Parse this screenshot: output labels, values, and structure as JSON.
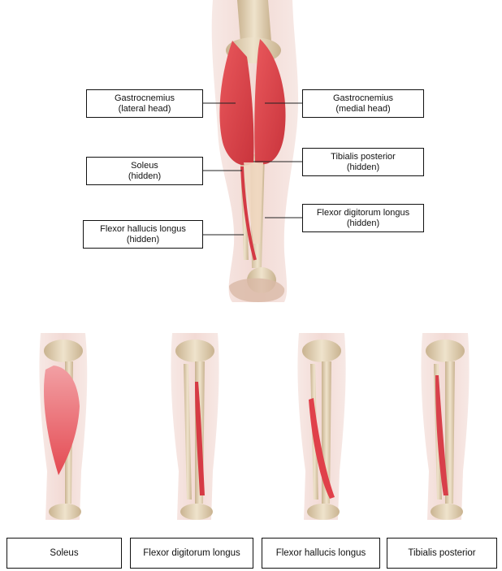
{
  "main_diagram": {
    "labels": [
      {
        "id": "gastrocnemius-lateral",
        "line1": "Gastrocnemius",
        "line2": "(lateral head)"
      },
      {
        "id": "gastrocnemius-medial",
        "line1": "Gastrocnemius",
        "line2": "(medial head)"
      },
      {
        "id": "soleus",
        "line1": "Soleus",
        "line2": "(hidden)"
      },
      {
        "id": "tibialis-posterior",
        "line1": "Tibialis posterior",
        "line2": "(hidden)"
      },
      {
        "id": "flexor-digitorum-longus",
        "line1": "Flexor digitorum longus",
        "line2": "(hidden)"
      },
      {
        "id": "flexor-hallucis-longus",
        "line1": "Flexor hallucis longus",
        "line2": "(hidden)"
      }
    ]
  },
  "bottom_panels": [
    {
      "label": "Soleus"
    },
    {
      "label": "Flexor digitorum longus"
    },
    {
      "label": "Flexor hallucis longus"
    },
    {
      "label": "Tibialis posterior"
    }
  ],
  "colors": {
    "muscle": "#e0404a",
    "muscle_light": "#f29a9a",
    "bone": "#d8c7a8",
    "skin": "#f3dcd6",
    "label_border": "#111111"
  }
}
